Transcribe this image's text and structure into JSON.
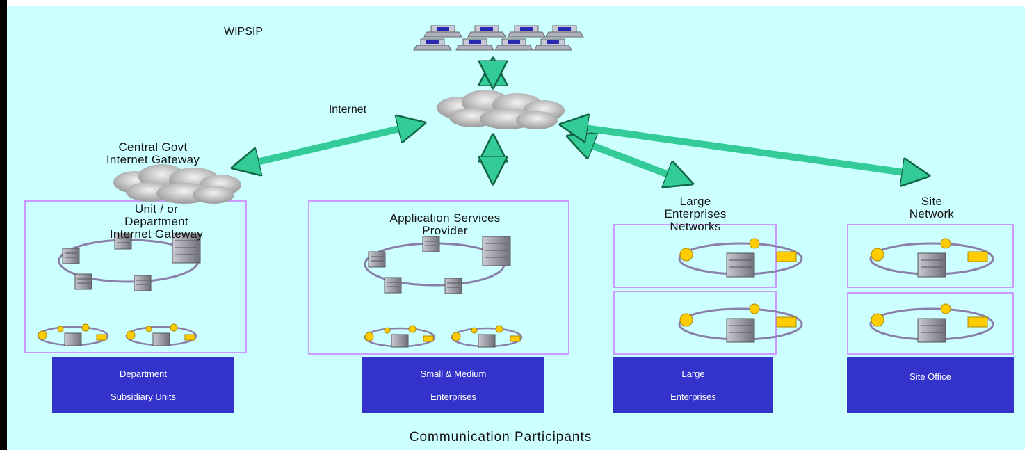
{
  "labels": {
    "wipsip": "WIPSIP",
    "internet": "Internet",
    "central_gateway": [
      "Central Govt",
      "Internet Gateway"
    ],
    "unit_department": [
      "Unit / or",
      "Department",
      "Internet Gateway"
    ],
    "asp": [
      "Application Services",
      "Provider"
    ],
    "large_enterprises": [
      "Large",
      "Enterprises",
      "Networks"
    ],
    "site_network": [
      "Site",
      "Network"
    ]
  },
  "blue_boxes": [
    {
      "line1": "Department",
      "line2": "Subsidiary Units"
    },
    {
      "line1": "Small & Medium",
      "line2": "Enterprises"
    },
    {
      "line1": "Large",
      "line2": "Enterprises"
    },
    {
      "line1": "Site Office",
      "line2": ""
    }
  ],
  "caption": "Communication Participants",
  "colors": {
    "background": "#ccffff",
    "arrow": "#33cc99",
    "panel_border": "#cc99ff",
    "box_fill": "#3333cc",
    "ring": "#8a7fa8",
    "node_icon": "#ffcc00"
  }
}
